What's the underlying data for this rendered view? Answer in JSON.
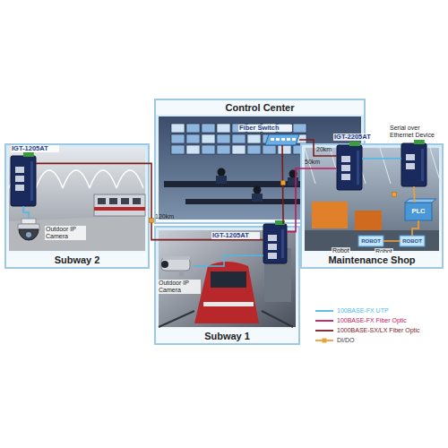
{
  "diagram": {
    "nodes": [
      {
        "text": [
          "Control Center"
        ]
      },
      {
        "text": [
          "Fiber Switch"
        ],
        "in": 0
      },
      {
        "text": [
          "Subway 2"
        ]
      },
      {
        "text": [
          "IGT-1205AT"
        ],
        "in": 2
      },
      {
        "text": [
          "Outdoor IP Camera"
        ],
        "in": 2
      },
      {
        "text": [
          "Maintenance Shop"
        ]
      },
      {
        "text": [
          "IGT-2205AT"
        ],
        "in": 5
      },
      {
        "text": [
          "Serial over Ethernet Device"
        ],
        "in": 5
      },
      {
        "text": [
          "PLC"
        ],
        "in": 5
      },
      {
        "text": [
          "ROBOT"
        ],
        "in": 5
      },
      {
        "text": [
          "ROBOT"
        ],
        "in": 5
      },
      {
        "text": [
          "Subway 1"
        ]
      },
      {
        "text": [
          "IGT-1205AT"
        ],
        "in": 11
      },
      {
        "text": [
          "Outdoor IP Camera"
        ],
        "in": 11
      }
    ],
    "edges": [
      {
        "from": 3,
        "to": 12,
        "label": "120km",
        "arrow": "none"
      },
      {
        "from": 1,
        "to": 6,
        "label": "20km",
        "arrow": "none"
      },
      {
        "from": 12,
        "to": 6,
        "label": "50km",
        "arrow": "none"
      },
      {
        "from": 1,
        "to": 12,
        "arrow": "none"
      },
      {
        "from": 3,
        "to": 4,
        "arrow": "none"
      },
      {
        "from": 12,
        "to": 13,
        "arrow": "none"
      },
      {
        "from": 6,
        "to": 7,
        "arrow": "none"
      },
      {
        "from": 7,
        "to": 8,
        "arrow": "none"
      },
      {
        "from": 8,
        "to": 10,
        "arrow": "none"
      },
      {
        "from": 9,
        "to": 10,
        "arrow": "none"
      }
    ],
    "labels": [
      "Robot",
      "Robot"
    ],
    "legend": [
      {
        "text": "100BASE-FX UTP"
      },
      {
        "text": "100BASE-FX Fiber Optic"
      },
      {
        "text": "1000BASE-SX/LX Fiber Optic"
      },
      {
        "text": "DI/DO"
      }
    ]
  }
}
